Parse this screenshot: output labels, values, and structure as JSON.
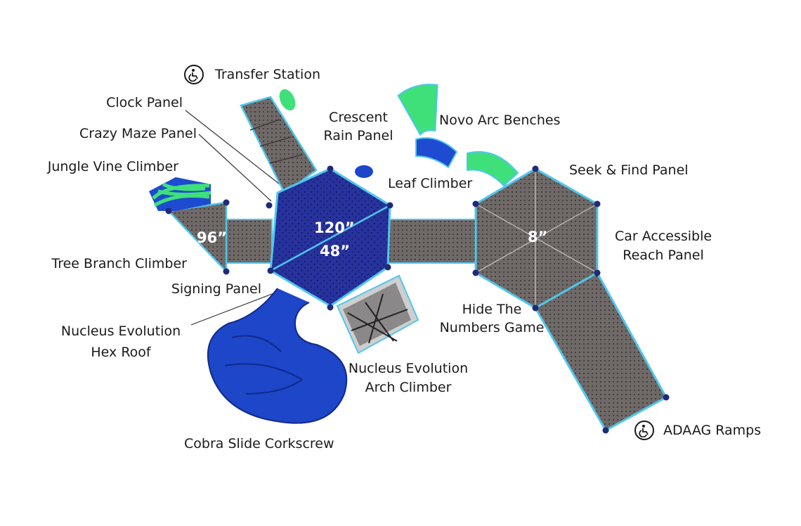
{
  "labels": {
    "transfer_station": "Transfer Station",
    "clock_panel": "Clock Panel",
    "crazy_maze_panel": "Crazy Maze Panel",
    "jungle_vine_climber": "Jungle Vine Climber",
    "crescent_rain_panel_1": "Crescent",
    "crescent_rain_panel_2": "Rain Panel",
    "novo_arc_benches": "Novo Arc Benches",
    "leaf_climber": "Leaf Climber",
    "seek_find_panel": "Seek & Find Panel",
    "car_accessible_1": "Car Accessible",
    "car_accessible_2": "Reach Panel",
    "tree_branch_climber": "Tree Branch Climber",
    "signing_panel": "Signing Panel",
    "nucleus_hex_roof_1": "Nucleus Evolution",
    "nucleus_hex_roof_2": "Hex Roof",
    "hide_numbers_1": "Hide The",
    "hide_numbers_2": "Numbers Game",
    "nucleus_arch_1": "Nucleus Evolution",
    "nucleus_arch_2": "Arch Climber",
    "cobra_slide": "Cobra Slide Corkscrew",
    "adaag_ramps": "ADAAG Ramps"
  },
  "heights": {
    "left_deck": "96”",
    "center_upper": "120”",
    "center_lower": "48”",
    "right_deck": "8”"
  },
  "colors": {
    "deck": "#6f6a68",
    "deck_dark": "#4f4b49",
    "trim": "#4fc6ee",
    "roof_blue": "#25309a",
    "slide_blue": "#1d46c9",
    "accent_green": "#3fe07a",
    "post_navy": "#1f2a7a"
  },
  "icons": [
    "wheelchair-transfer-icon",
    "wheelchair-transfer-icon"
  ]
}
